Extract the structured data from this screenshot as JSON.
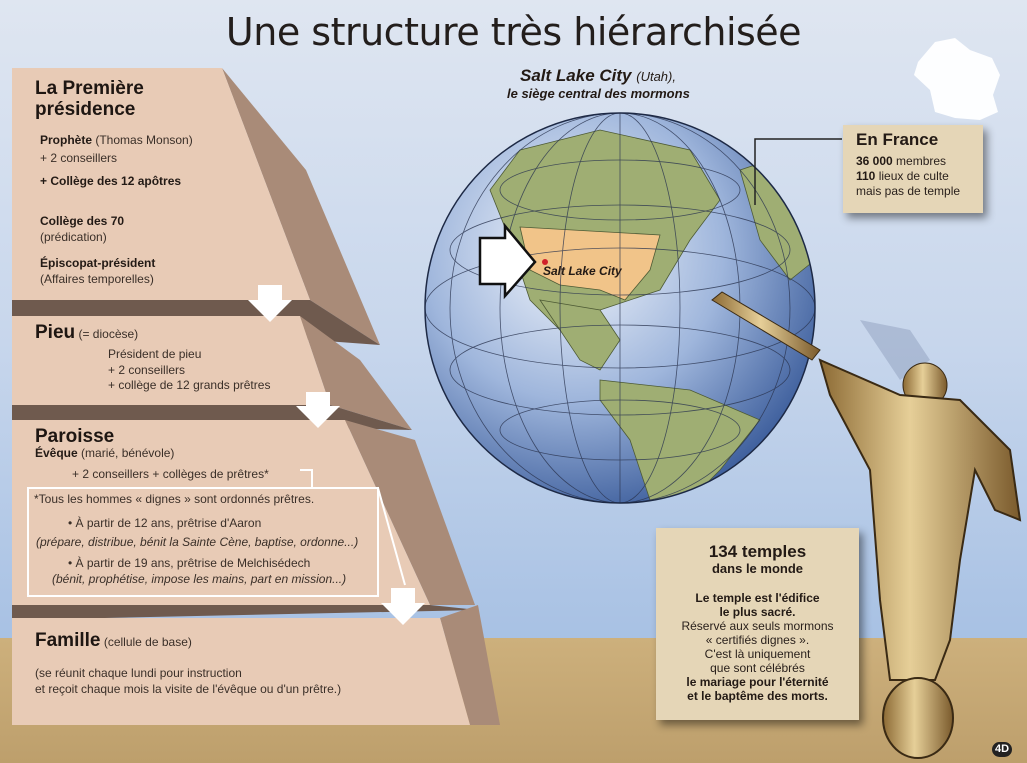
{
  "title": "Une structure très hiérarchisée",
  "city": {
    "name": "Salt Lake City",
    "state": "(Utah),",
    "subtitle": "le siège central des mormons",
    "map_label": "Salt Lake City"
  },
  "pyramid": {
    "level1": {
      "title_line1": "La Première",
      "title_line2": "présidence",
      "prophete": "Prophète",
      "prophete_note": "(Thomas Monson)",
      "conseillers": "+ 2 conseillers",
      "college12": "+ Collège des 12 apôtres",
      "college70": "Collège des 70",
      "college70_note": "(prédication)",
      "episcopat": "Épiscopat-président",
      "episcopat_note": "(Affaires temporelles)"
    },
    "level2": {
      "title": "Pieu",
      "note": "(= diocèse)",
      "line1": "Président de pieu",
      "line2": "+ 2 conseillers",
      "line3": "+ collège de 12 grands prêtres"
    },
    "level3": {
      "title": "Paroisse",
      "eveque": "Évêque",
      "eveque_note": "(marié, bénévole)",
      "line1": "+ 2 conseillers + collèges de prêtres*",
      "footnote": "*Tous les hommes « dignes » sont ordonnés prêtres.",
      "aaron": "• À partir de 12 ans, prêtrise d'Aaron",
      "aaron_note": "(prépare, distribue, bénit la Sainte Cène, baptise, ordonne...)",
      "melchi": "• À partir de 19 ans, prêtrise de Melchisédech",
      "melchi_note": "(bénit, prophétise, impose les mains, part en mission...)"
    },
    "level4": {
      "title": "Famille",
      "note": "(cellule de base)",
      "line1": "(se réunit chaque lundi pour instruction",
      "line2": "et reçoit chaque mois la visite de l'évêque ou d'un prêtre.)"
    }
  },
  "france": {
    "title": "En France",
    "members_num": "36 000",
    "members": "membres",
    "places_num": "110",
    "places": "lieux de culte",
    "no_temple": "mais pas de temple"
  },
  "temples": {
    "title": "134 temples",
    "subtitle": "dans le monde",
    "bold1": "Le temple est l'édifice",
    "bold2": "le plus sacré.",
    "l1": "Réservé aux seuls mormons",
    "l2": "« certifiés dignes ».",
    "l3": "C'est là uniquement",
    "l4": "que sont célébrés",
    "bold3": "le mariage pour l'éternité",
    "bold4": "et le baptême des morts."
  },
  "credit": "4D",
  "colors": {
    "front": "#e8cbb6",
    "side": "#a98b78",
    "ocean": "#4f7fc9",
    "land": "#9fae73",
    "usa": "#f1c489",
    "statue": "#c9a565"
  }
}
